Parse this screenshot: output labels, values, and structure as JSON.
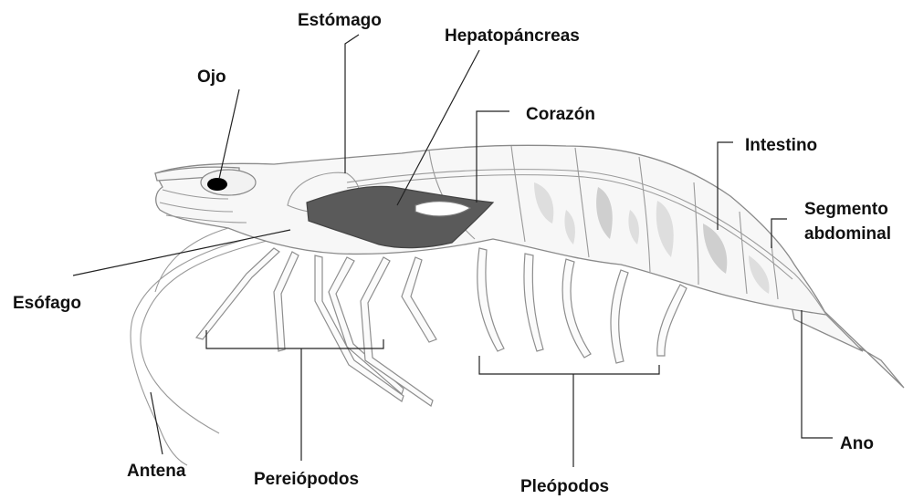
{
  "labels": {
    "estomago": "Estómago",
    "hepatopancreas": "Hepatopáncreas",
    "ojo": "Ojo",
    "corazon": "Corazón",
    "intestino": "Intestino",
    "segmento_line1": "Segmento",
    "segmento_line2": "abdominal",
    "esofago": "Esófago",
    "antena": "Antena",
    "pereiopodos": "Pereiópodos",
    "pleopodos": "Pleópodos",
    "ano": "Ano"
  },
  "colors": {
    "hepatopancreas_fill": "#5a5a5a",
    "eye_fill": "#000000",
    "outline": "#8a8a8a",
    "label_text": "#111111"
  }
}
